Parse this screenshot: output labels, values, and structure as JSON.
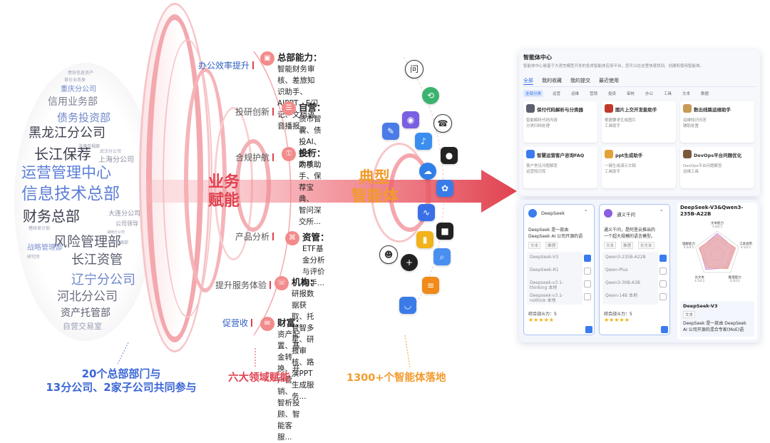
{
  "cloud": {
    "words": [
      {
        "t": "债份信息资产",
        "c": "#9aa0b5"
      },
      {
        "t": "首价业务类",
        "c": "#9aa0b5"
      },
      {
        "t": "重庆分公司",
        "c": "#6f86c8"
      },
      {
        "t": "信用业务部",
        "c": "#7a7f92"
      },
      {
        "t": "债务投资部",
        "c": "#6f86c8"
      },
      {
        "t": "黑龙江分公司",
        "c": "#3d3f4e"
      },
      {
        "t": "长江保荐",
        "c": "#3d3f4e"
      },
      {
        "t": "法律合规部",
        "c": "#8a8ea0"
      },
      {
        "t": "运营管理中心",
        "c": "#5b7ed6"
      },
      {
        "t": "信息技术总部",
        "c": "#5b7ed6"
      },
      {
        "t": "财务总部",
        "c": "#3d3f4e"
      },
      {
        "t": "风险管理部",
        "c": "#5a5d6e"
      },
      {
        "t": "长江资管",
        "c": "#5a5d6e"
      },
      {
        "t": "辽宁分公司",
        "c": "#6f86c8"
      },
      {
        "t": "河北分公司",
        "c": "#6b6e7e"
      },
      {
        "t": "资产托管部",
        "c": "#5a5d6e"
      },
      {
        "t": "战略管理部",
        "c": "#7f93d0"
      },
      {
        "t": "大连分公司",
        "c": "#8a8ea0"
      },
      {
        "t": "公司领导",
        "c": "#8a8ea0"
      },
      {
        "t": "上海分公司",
        "c": "#8a8ea0"
      },
      {
        "t": "武汉分公司",
        "c": "#9aa0b5"
      },
      {
        "t": "自营交易室",
        "c": "#9aa0b5"
      },
      {
        "t": "湖南分公司",
        "c": "#9aa0b5"
      },
      {
        "t": "研究所",
        "c": "#9aa0b5"
      },
      {
        "t": "人力资源部",
        "c": "#9aa0b5"
      },
      {
        "t": "稽核审计部",
        "c": "#9aa0b5"
      }
    ]
  },
  "center": {
    "left_title": [
      "业务",
      "赋能"
    ],
    "right_title": [
      "典型",
      "智能体"
    ]
  },
  "categories": [
    {
      "label": "办公效率提升",
      "style": "blue"
    },
    {
      "label": "投研创新",
      "style": "gray"
    },
    {
      "label": "合规护航",
      "style": "gray"
    },
    {
      "label": "产品分析",
      "style": "gray"
    },
    {
      "label": "提升服务体验",
      "style": "gray"
    },
    {
      "label": "促营收",
      "style": "blue"
    }
  ],
  "blocks": [
    {
      "head": "总部能力：",
      "lines": [
        "智能财务审核、差旅知识助手、",
        "AIPPT、E闪记、文档语音播报..."
      ]
    },
    {
      "head": "自营：",
      "lines": [
        "债市智囊、债投AI、债券",
        "助手..."
      ]
    },
    {
      "head": "投行：",
      "lines": [
        "内核助手、保荐宝典、",
        "智问深交所..."
      ]
    },
    {
      "head": "资管：",
      "lines": [
        "ETF基金分析与评价",
        "助手..."
      ]
    },
    {
      "head": "机构：",
      "lines": [
        "研报数据获取、托管智多星、研",
        "报审核、路演PPT生成服务..."
      ]
    },
    {
      "head": "财富：",
      "lines": [
        "资产配置、基金转换、开户营销、",
        "智析投顾、智能客服..."
      ]
    }
  ],
  "bottom": {
    "left": [
      "20个总部部门与",
      "13分公司、2家子公司共同参与"
    ],
    "middle": "六大领域赋能",
    "right": "1300+个智能体落地"
  },
  "icons": [
    {
      "name": "question-icon",
      "glyph": "问",
      "color": "#ffffff",
      "fg": "#333"
    },
    {
      "name": "share-icon",
      "glyph": "⟲",
      "color": "#3bb36e"
    },
    {
      "name": "phone-icon",
      "glyph": "☎",
      "color": "#ffffff",
      "fg": "#333"
    },
    {
      "name": "pen-icon",
      "glyph": "✎",
      "color": "#4a7be8"
    },
    {
      "name": "robot-icon",
      "glyph": "◉",
      "color": "#7a5fe0"
    },
    {
      "name": "mic-icon",
      "glyph": "♪",
      "color": "#3a8ef0"
    },
    {
      "name": "camera-icon",
      "glyph": "●",
      "color": "#222"
    },
    {
      "name": "cloud-icon",
      "glyph": "☁",
      "color": "#2f7fe8"
    },
    {
      "name": "gear-icon",
      "glyph": "✿",
      "color": "#3a7be8"
    },
    {
      "name": "pulse-icon",
      "glyph": "∿",
      "color": "#3a6fe8"
    },
    {
      "name": "lock-icon",
      "glyph": "■",
      "color": "#222"
    },
    {
      "name": "chart-icon",
      "glyph": "▮",
      "color": "#f2b21a"
    },
    {
      "name": "face-icon",
      "glyph": "☻",
      "color": "#ffffff",
      "fg": "#333"
    },
    {
      "name": "add-user-icon",
      "glyph": "+",
      "color": "#222"
    },
    {
      "name": "search-icon",
      "glyph": "⌕",
      "color": "#4a8ef0"
    },
    {
      "name": "database-icon",
      "glyph": "≡",
      "color": "#f08a1a"
    },
    {
      "name": "wifi-icon",
      "glyph": "◡",
      "color": "#3a7be8"
    }
  ],
  "panel": {
    "title": "智能体中心",
    "desc": "智能体中心是基于大语言模型开发的各类智能体应用平台，您可以在这里快速找到、创建和使用智能体。",
    "tabs": [
      "全部",
      "我的收藏",
      "我的提交",
      "最近使用"
    ],
    "filters": [
      "全部分类",
      "运营",
      "运维",
      "营销",
      "投资",
      "审核",
      "办公",
      "工具",
      "文本",
      "数据"
    ],
    "cards": [
      {
        "title": "保付代码解析与分类器",
        "lines": [
          "智能解析代码内容",
          "分类归档处理"
        ]
      },
      {
        "title": "图片上交开发能助手",
        "lines": [
          "根据要求生成图片",
          "工具助手"
        ]
      },
      {
        "title": "数出线路运维助手",
        "lines": [
          "运维知识问答",
          "辅助处置"
        ]
      },
      {
        "title": "智慧运营客户咨询FAQ",
        "lines": [
          "客户常见问题解答",
          "运营知识库"
        ]
      },
      {
        "title": "ppt生成助手",
        "lines": [
          "一键生成演示文稿",
          "工具助手"
        ]
      },
      {
        "title": "DevOps平台问题优化",
        "lines": [
          "DevOps平台问题解答",
          "运维工具"
        ]
      }
    ]
  },
  "panel2": {
    "model_cards": [
      {
        "name": "DeepSeek",
        "desc": [
          "DeepSeek 是一款由",
          "DeepSeek AI 公司开源的语"
        ],
        "tags": [
          "文本",
          "推理"
        ],
        "options": [
          {
            "label": "DeepSeek-V3",
            "on": true
          },
          {
            "label": "DeepSeek-R1",
            "on": false
          },
          {
            "label": "Deepseek-v3.1-thinking 本地",
            "on": false
          },
          {
            "label": "Deepseek-v3.1-nothink 本地",
            "on": false
          }
        ],
        "score_label": "综合战斗力：5",
        "stars": "★★★★★"
      },
      {
        "name": "通义千问",
        "desc": [
          "通义千问，是阿里云推出的",
          "一个超大规模的语言模型。"
        ],
        "tags": [
          "文本",
          "推理",
          "长文本"
        ],
        "options": [
          {
            "label": "Qwen3-235B-A22B",
            "on": true
          },
          {
            "label": "Qwen-Plus",
            "on": false
          },
          {
            "label": "Qwen3-30B-A3B",
            "on": false
          },
          {
            "label": "Qwen-14B 本地",
            "on": false
          }
        ],
        "score_label": "综合战斗力：5",
        "stars": "★★★★★"
      }
    ],
    "radar": {
      "title": "DeepSeek-V3&Qwen3-235B-A22B",
      "axes": [
        "文本能力",
        "工具调用",
        "推理能力",
        "长文本",
        "理解能力"
      ],
      "axis_values": [
        "5.0/4.5",
        "4.5/4.5",
        "4.0/4.0",
        "4.5/4.5",
        "4.0/4.5"
      ],
      "series": [
        {
          "name": "DeepSeek-V3",
          "values": [
            0.9,
            0.8,
            0.75,
            0.85,
            0.8
          ],
          "color": "#c78ad8"
        },
        {
          "name": "Qwen3-235B-A22B",
          "values": [
            0.8,
            0.85,
            0.8,
            0.75,
            0.85
          ],
          "color": "#f2a58c"
        }
      ],
      "detail_name": "DeepSeek-V3",
      "detail_tag": "文本",
      "detail_text": [
        "DeepSeek 是一款由 DeepSeek",
        "AI 公司开源的混合专家(MoE)语"
      ]
    }
  }
}
